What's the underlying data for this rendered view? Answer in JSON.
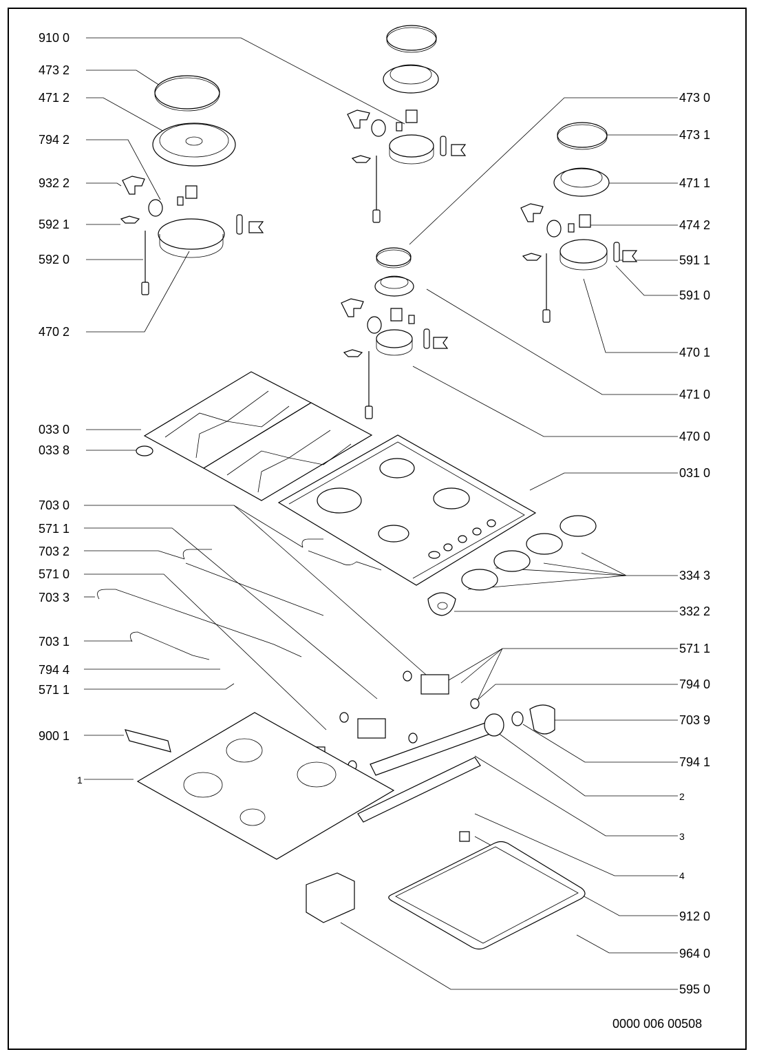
{
  "diagram": {
    "title": "Gas hob exploded parts view",
    "doc_number": "0000 006 00508",
    "labels_left": [
      {
        "id": "910-0",
        "text": "910 0"
      },
      {
        "id": "473-2",
        "text": "473 2"
      },
      {
        "id": "471-2",
        "text": "471 2"
      },
      {
        "id": "794-2",
        "text": "794 2"
      },
      {
        "id": "932-2",
        "text": "932 2"
      },
      {
        "id": "592-1",
        "text": "592 1"
      },
      {
        "id": "592-0",
        "text": "592 0"
      },
      {
        "id": "470-2",
        "text": "470 2"
      },
      {
        "id": "033-0",
        "text": "033 0"
      },
      {
        "id": "033-8",
        "text": "033 8"
      },
      {
        "id": "703-0",
        "text": "703 0"
      },
      {
        "id": "571-1a",
        "text": "571 1"
      },
      {
        "id": "703-2",
        "text": "703 2"
      },
      {
        "id": "571-0",
        "text": "571 0"
      },
      {
        "id": "703-3",
        "text": "703 3"
      },
      {
        "id": "703-1",
        "text": "703 1"
      },
      {
        "id": "794-4",
        "text": "794 4"
      },
      {
        "id": "571-1b",
        "text": "571 1"
      },
      {
        "id": "900-1",
        "text": "900 1"
      },
      {
        "id": "1",
        "text": "1"
      }
    ],
    "labels_right": [
      {
        "id": "473-0",
        "text": "473 0"
      },
      {
        "id": "473-1",
        "text": "473 1"
      },
      {
        "id": "471-1",
        "text": "471 1"
      },
      {
        "id": "474-2",
        "text": "474 2"
      },
      {
        "id": "591-1",
        "text": "591 1"
      },
      {
        "id": "591-0",
        "text": "591 0"
      },
      {
        "id": "470-1",
        "text": "470 1"
      },
      {
        "id": "471-0",
        "text": "471 0"
      },
      {
        "id": "470-0",
        "text": "470 0"
      },
      {
        "id": "031-0",
        "text": "031 0"
      },
      {
        "id": "334-3",
        "text": "334 3"
      },
      {
        "id": "332-2",
        "text": "332 2"
      },
      {
        "id": "571-1c",
        "text": "571 1"
      },
      {
        "id": "794-0",
        "text": "794 0"
      },
      {
        "id": "703-9",
        "text": "703 9"
      },
      {
        "id": "794-1",
        "text": "794 1"
      },
      {
        "id": "2",
        "text": "2"
      },
      {
        "id": "3",
        "text": "3"
      },
      {
        "id": "4",
        "text": "4"
      },
      {
        "id": "912-0",
        "text": "912 0"
      },
      {
        "id": "964-0",
        "text": "964 0"
      },
      {
        "id": "595-0",
        "text": "595 0"
      }
    ],
    "parts": [
      "burner-cap-large",
      "burner-head-large",
      "burner-body-large",
      "burner-cap-top",
      "burner-cap-right",
      "burner-cap-center",
      "pan-support-grid",
      "hob-top-panel",
      "control-knobs",
      "ignition-knob",
      "gas-valves",
      "gas-pipes",
      "gas-rail",
      "inlet-elbow",
      "bracket",
      "spark-generator",
      "seal-gasket",
      "base-tray",
      "clamp"
    ]
  }
}
